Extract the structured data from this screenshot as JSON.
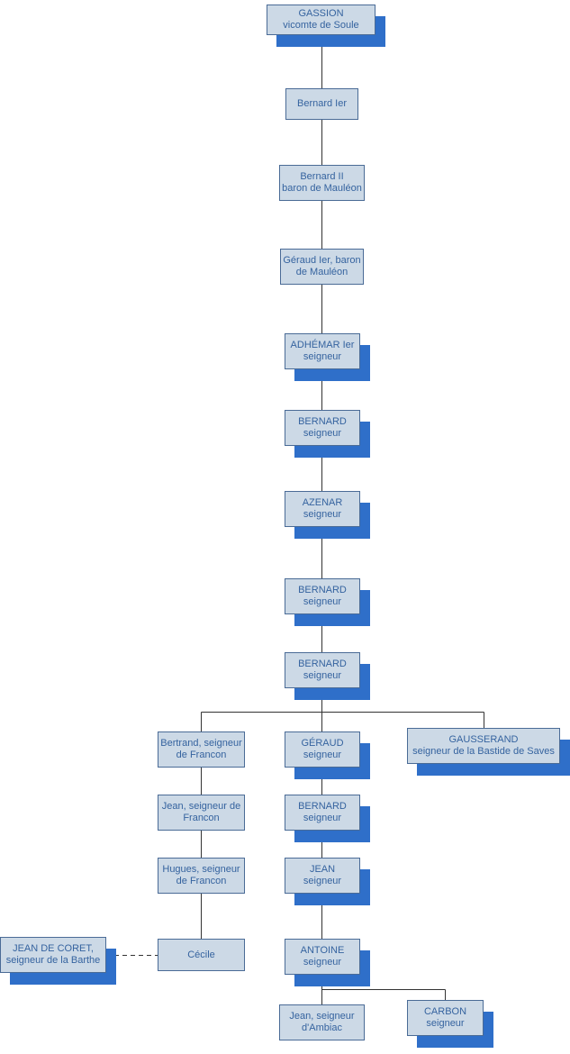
{
  "diagram_type": "genealogy-tree",
  "colors": {
    "background": "#ffffff",
    "node_fill": "#ccd9e6",
    "node_border": "#4a6b96",
    "node_text": "#35639f",
    "node_shadow": "#2f6fc9",
    "connector": "#333333"
  },
  "nodes": [
    {
      "id": "gassion",
      "line1": "GASSION",
      "line2": "vicomte de Soule",
      "shadow": true
    },
    {
      "id": "bernard-ier",
      "line1": "Bernard Ier",
      "line2": "",
      "shadow": false
    },
    {
      "id": "bernard-ii",
      "line1": "Bernard II",
      "line2": "baron de Mauléon",
      "shadow": false
    },
    {
      "id": "geraud-ier",
      "line1": "Géraud Ier, baron",
      "line2": "de Mauléon",
      "shadow": false
    },
    {
      "id": "adhemar-ier",
      "line1": "ADHÉMAR Ier",
      "line2": "seigneur",
      "shadow": true
    },
    {
      "id": "bernard-seigneur-1",
      "line1": "BERNARD",
      "line2": "seigneur",
      "shadow": true
    },
    {
      "id": "azenar",
      "line1": "AZENAR",
      "line2": "seigneur",
      "shadow": true
    },
    {
      "id": "bernard-seigneur-2",
      "line1": "BERNARD",
      "line2": "seigneur",
      "shadow": true
    },
    {
      "id": "bernard-seigneur-3",
      "line1": "BERNARD",
      "line2": "seigneur",
      "shadow": true
    },
    {
      "id": "bertrand-francon",
      "line1": "Bertrand, seigneur",
      "line2": "de Francon",
      "shadow": false
    },
    {
      "id": "geraud-seigneur",
      "line1": "GÉRAUD",
      "line2": "seigneur",
      "shadow": true
    },
    {
      "id": "gausserand",
      "line1": "GAUSSERAND",
      "line2": "seigneur de la Bastide de Saves",
      "shadow": true
    },
    {
      "id": "jean-francon",
      "line1": "Jean, seigneur de",
      "line2": "Francon",
      "shadow": false
    },
    {
      "id": "bernard-seigneur-4",
      "line1": "BERNARD",
      "line2": "seigneur",
      "shadow": true
    },
    {
      "id": "hugues-francon",
      "line1": "Hugues, seigneur",
      "line2": "de Francon",
      "shadow": false
    },
    {
      "id": "jean-seigneur",
      "line1": "JEAN",
      "line2": "seigneur",
      "shadow": true
    },
    {
      "id": "jean-de-coret",
      "line1": "JEAN DE CORET,",
      "line2": "seigneur de la Barthe",
      "shadow": true
    },
    {
      "id": "cecile",
      "line1": "Cécile",
      "line2": "",
      "shadow": false
    },
    {
      "id": "antoine",
      "line1": "ANTOINE",
      "line2": "seigneur",
      "shadow": true
    },
    {
      "id": "jean-ambiac",
      "line1": "Jean, seigneur",
      "line2": "d'Ambiac",
      "shadow": false
    },
    {
      "id": "carbon",
      "line1": "CARBON",
      "line2": "seigneur",
      "shadow": true
    }
  ],
  "edges": [
    {
      "from": "gassion",
      "to": "bernard-ier",
      "type": "descent"
    },
    {
      "from": "bernard-ier",
      "to": "bernard-ii",
      "type": "descent"
    },
    {
      "from": "bernard-ii",
      "to": "geraud-ier",
      "type": "descent"
    },
    {
      "from": "geraud-ier",
      "to": "adhemar-ier",
      "type": "descent"
    },
    {
      "from": "adhemar-ier",
      "to": "bernard-seigneur-1",
      "type": "descent"
    },
    {
      "from": "bernard-seigneur-1",
      "to": "azenar",
      "type": "descent"
    },
    {
      "from": "azenar",
      "to": "bernard-seigneur-2",
      "type": "descent"
    },
    {
      "from": "bernard-seigneur-2",
      "to": "bernard-seigneur-3",
      "type": "descent"
    },
    {
      "from": "bernard-seigneur-3",
      "to": "bertrand-francon",
      "type": "descent"
    },
    {
      "from": "bernard-seigneur-3",
      "to": "geraud-seigneur",
      "type": "descent"
    },
    {
      "from": "bernard-seigneur-3",
      "to": "gausserand",
      "type": "descent"
    },
    {
      "from": "bertrand-francon",
      "to": "jean-francon",
      "type": "descent"
    },
    {
      "from": "jean-francon",
      "to": "hugues-francon",
      "type": "descent"
    },
    {
      "from": "hugues-francon",
      "to": "cecile",
      "type": "descent"
    },
    {
      "from": "geraud-seigneur",
      "to": "bernard-seigneur-4",
      "type": "descent"
    },
    {
      "from": "bernard-seigneur-4",
      "to": "jean-seigneur",
      "type": "descent"
    },
    {
      "from": "jean-seigneur",
      "to": "antoine",
      "type": "descent"
    },
    {
      "from": "antoine",
      "to": "jean-ambiac",
      "type": "descent"
    },
    {
      "from": "antoine",
      "to": "carbon",
      "type": "descent"
    },
    {
      "from": "jean-de-coret",
      "to": "cecile",
      "type": "marriage"
    }
  ]
}
